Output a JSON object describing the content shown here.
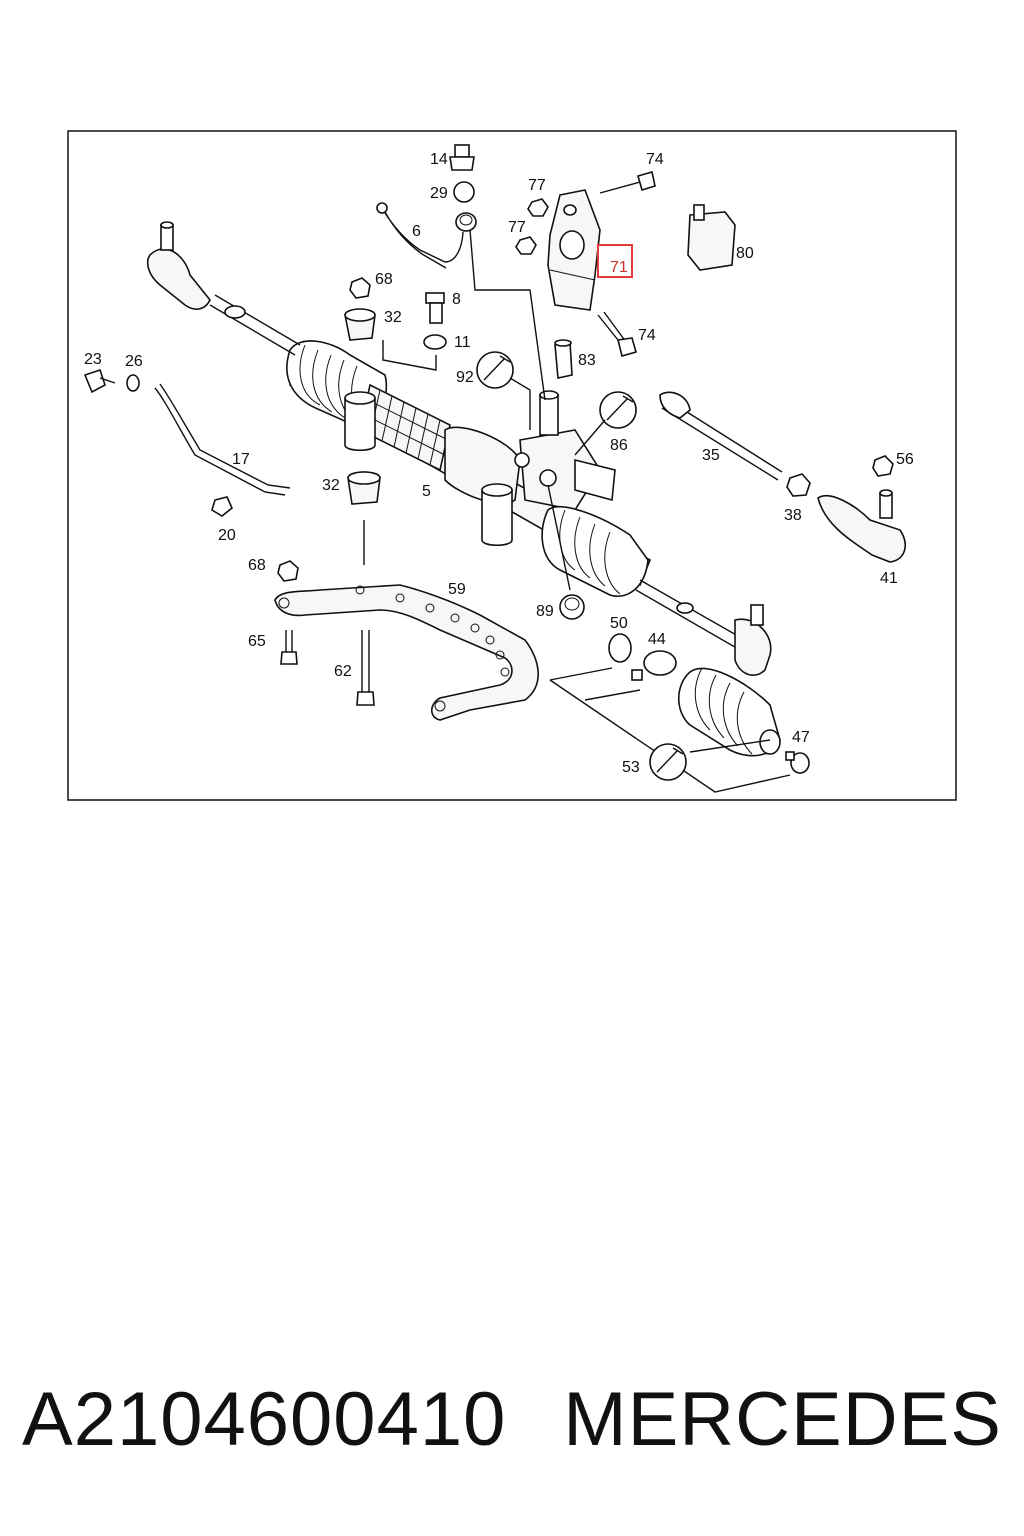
{
  "labels": {
    "l14": "14",
    "l29": "29",
    "l6": "6",
    "l74a": "74",
    "l77a": "77",
    "l77b": "77",
    "l71": "71",
    "l80": "80",
    "l68a": "68",
    "l8": "8",
    "l32a": "32",
    "l11": "11",
    "l74b": "74",
    "l83": "83",
    "l23": "23",
    "l26": "26",
    "l92": "92",
    "l86": "86",
    "l35": "35",
    "l56": "56",
    "l17": "17",
    "l32b": "32",
    "l5": "5",
    "l38": "38",
    "l20": "20",
    "l41": "41",
    "l68b": "68",
    "l59": "59",
    "l89": "89",
    "l50": "50",
    "l44": "44",
    "l65": "65",
    "l62": "62",
    "l47": "47",
    "l53": "53"
  },
  "highlight": {
    "label": "71",
    "color": "#e23b3b"
  },
  "footer": {
    "part_number": "A2104600410",
    "brand": "MERCEDES"
  }
}
